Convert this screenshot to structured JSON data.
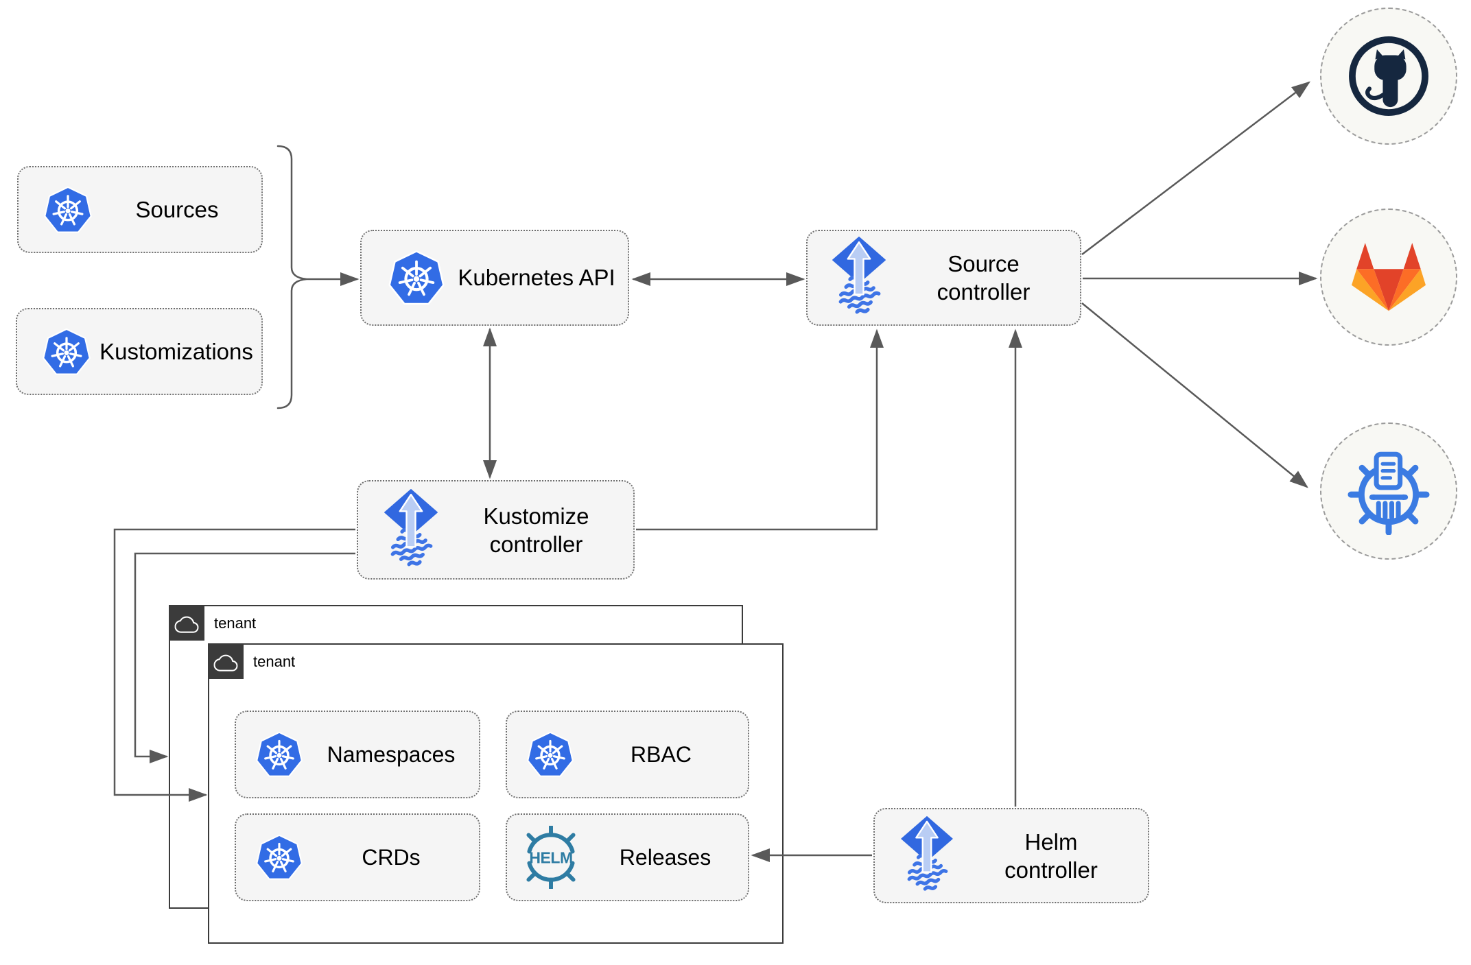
{
  "diagram": {
    "type": "flux-gitops-architecture",
    "nodes": {
      "sources": {
        "label": "Sources",
        "icon": "kubernetes-icon"
      },
      "kustomizations": {
        "label": "Kustomizations",
        "icon": "kubernetes-icon"
      },
      "kubernetes_api": {
        "label": "Kubernetes API",
        "icon": "kubernetes-icon"
      },
      "source_controller": {
        "line1": "Source",
        "line2": "controller",
        "icon": "flux-icon"
      },
      "kustomize_controller": {
        "line1": "Kustomize",
        "line2": "controller",
        "icon": "flux-icon"
      },
      "helm_controller": {
        "line1": "Helm",
        "line2": "controller",
        "icon": "flux-icon"
      },
      "namespaces": {
        "label": "Namespaces",
        "icon": "kubernetes-icon"
      },
      "rbac": {
        "label": "RBAC",
        "icon": "kubernetes-icon"
      },
      "crds": {
        "label": "CRDs",
        "icon": "kubernetes-icon"
      },
      "releases": {
        "label": "Releases",
        "icon": "helm-icon",
        "icon_text": "HELM"
      }
    },
    "tenants": [
      {
        "label": "tenant",
        "icon": "cloud-icon"
      },
      {
        "label": "tenant",
        "icon": "cloud-icon"
      }
    ],
    "remotes": [
      {
        "id": "github",
        "icon": "github-octocat-icon"
      },
      {
        "id": "gitlab",
        "icon": "gitlab-tanuki-icon"
      },
      {
        "id": "container-registry",
        "icon": "registry-library-icon"
      }
    ],
    "edges": [
      {
        "from": "sources+kustomizations-brace",
        "to": "kubernetes_api",
        "style": "arrow"
      },
      {
        "from": "kubernetes_api",
        "to": "source_controller",
        "style": "double-arrow"
      },
      {
        "from": "kubernetes_api",
        "to": "kustomize_controller",
        "style": "double-arrow"
      },
      {
        "from": "kustomize_controller",
        "to": "source_controller",
        "style": "arrow"
      },
      {
        "from": "kustomize_controller",
        "to": "tenant-front",
        "style": "arrow"
      },
      {
        "from": "kustomize_controller",
        "to": "tenant-back",
        "style": "arrow"
      },
      {
        "from": "helm_controller",
        "to": "source_controller",
        "style": "arrow"
      },
      {
        "from": "helm_controller",
        "to": "releases",
        "style": "arrow"
      },
      {
        "from": "source_controller",
        "to": "github",
        "style": "arrow"
      },
      {
        "from": "source_controller",
        "to": "gitlab",
        "style": "arrow"
      },
      {
        "from": "source_controller",
        "to": "container-registry",
        "style": "arrow"
      }
    ],
    "colors": {
      "kubernetes_blue": "#326ce5",
      "flux_blue": "#3168e0",
      "flux_arrow_light": "#b9cdf4",
      "flux_wave_blue": "#3e74e6",
      "helm_teal": "#2e7ca3",
      "github_dark": "#15273f",
      "gitlab_orange_dark": "#e24329",
      "gitlab_orange": "#fc6d26",
      "gitlab_orange_light": "#fca326",
      "registry_blue": "#3b7be2",
      "node_fill": "#f5f5f5",
      "node_border": "#6f6f6f",
      "tenant_border": "#3b3b3b",
      "connector_gray": "#595959",
      "remote_fill": "#f8f8f4"
    }
  }
}
